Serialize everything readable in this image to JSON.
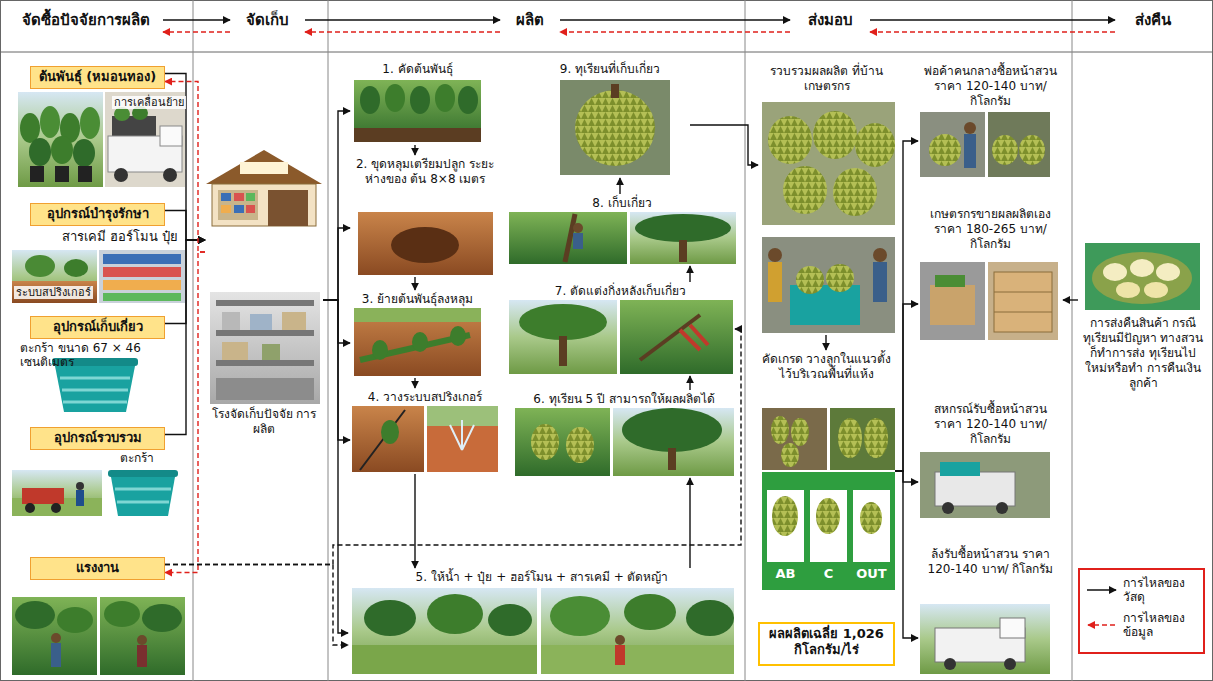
{
  "diagram": {
    "nodes": [
      {
        "text": [
          "จัดซื้อปัจจัยการผลิต"
        ]
      },
      {
        "text": [
          "จัดเก็บ"
        ]
      },
      {
        "text": [
          "ผลิต"
        ]
      },
      {
        "text": [
          "ส่งมอบ"
        ]
      },
      {
        "text": [
          "ส่งคืน"
        ]
      },
      {
        "text": [
          "ต้นพันธุ์ (หมอนทอง)"
        ]
      },
      {
        "text": [
          "อุปกรณ์บำรุงรักษา"
        ]
      },
      {
        "text": [
          "อุปกรณ์เก็บเกี่ยว"
        ]
      },
      {
        "text": [
          "อุปกรณ์รวบรวม"
        ]
      },
      {
        "text": [
          "แรงงาน"
        ]
      },
      {
        "text": [
          "โรงจัดเก็บปัจจัย การผลิต"
        ]
      },
      {
        "text": [
          "1. คัดต้นพันธุ์"
        ]
      },
      {
        "text": [
          "2. ขุดหลุมเตรียมปลูก ระยะห่างของ ต้น 8×8 เมตร"
        ]
      },
      {
        "text": [
          "3. ย้ายต้นพันธุ์ลงหลุม"
        ]
      },
      {
        "text": [
          "4. วางระบบสปริงเกอร์"
        ]
      },
      {
        "text": [
          "5. ให้น้ำ + ปุ๋ย + ฮอร์โมน + สารเคมี + ตัดหญ้า"
        ]
      },
      {
        "text": [
          "6. ทุเรียน 5 ปี สามารถให้ผลผลิตได้"
        ]
      },
      {
        "text": [
          "7. ตัดแต่งกิ่งหลังเก็บเกี่ยว"
        ]
      },
      {
        "text": [
          "8. เก็บเกี่ยว"
        ]
      },
      {
        "text": [
          "9. ทุเรียนที่เก็บเกี่ยว"
        ]
      },
      {
        "text": [
          "รวบรวมผลผลิต ที่บ้านเกษตรกร"
        ]
      },
      {
        "text": [
          "คัดเกรด วางลูกในแนวตั้ง ไว้บริเวณพื้นที่แห้ง"
        ]
      },
      {
        "text": [
          "ผลผลิตเฉลี่ย 1,026 กิโลกรัม/ไร่"
        ]
      },
      {
        "text": [
          "พ่อค้าคนกลางซื้อหน้าสวน ราคา 120-140 บาท/ กิโลกรัม"
        ]
      },
      {
        "text": [
          "เกษตรกรขายผลผลิตเอง ราคา 180-265 บาท/ กิโลกรัม"
        ]
      },
      {
        "text": [
          "สหกรณ์รับซื้อหน้าสวน ราคา 120-140 บาท/ กิโลกรัม"
        ]
      },
      {
        "text": [
          "ล้งรับซื้อหน้าสวน ราคา 120-140 บาท/ กิโลกรัม"
        ]
      },
      {
        "text": [
          "การส่งคืนสินค้า กรณีทุเรียนมีปัญหา ทางสวนก็ทำการส่ง ทุเรียนไปใหม่หรือทำ การคืนเงินลูกค้า"
        ]
      }
    ],
    "edges": [
      {
        "from": 0,
        "to": 1,
        "arrow": "to"
      },
      {
        "from": 1,
        "to": 0,
        "arrow": "to"
      },
      {
        "from": 1,
        "to": 2,
        "arrow": "to"
      },
      {
        "from": 2,
        "to": 1,
        "arrow": "to"
      },
      {
        "from": 2,
        "to": 3,
        "arrow": "to"
      },
      {
        "from": 3,
        "to": 2,
        "arrow": "to"
      },
      {
        "from": 3,
        "to": 4,
        "arrow": "to"
      },
      {
        "from": 4,
        "to": 3,
        "arrow": "to"
      },
      {
        "from": 5,
        "to": 10,
        "arrow": "to"
      },
      {
        "from": 6,
        "to": 10,
        "arrow": "to"
      },
      {
        "from": 7,
        "to": 10,
        "arrow": "to"
      },
      {
        "from": 8,
        "to": 10,
        "arrow": "to"
      },
      {
        "from": 10,
        "to": 5,
        "arrow": "to"
      },
      {
        "from": 10,
        "to": 9,
        "arrow": "to"
      },
      {
        "from": 9,
        "to": 15,
        "arrow": "to"
      },
      {
        "from": 9,
        "to": 17,
        "arrow": "to"
      },
      {
        "from": 10,
        "to": 11,
        "arrow": "to"
      },
      {
        "from": 10,
        "to": 12,
        "arrow": "to"
      },
      {
        "from": 10,
        "to": 13,
        "arrow": "to"
      },
      {
        "from": 10,
        "to": 14,
        "arrow": "to"
      },
      {
        "from": 10,
        "to": 15,
        "arrow": "to"
      },
      {
        "from": 11,
        "to": 12,
        "arrow": "to"
      },
      {
        "from": 12,
        "to": 13,
        "arrow": "to"
      },
      {
        "from": 13,
        "to": 14,
        "arrow": "to"
      },
      {
        "from": 14,
        "to": 15,
        "arrow": "to"
      },
      {
        "from": 15,
        "to": 16,
        "arrow": "to"
      },
      {
        "from": 16,
        "to": 17,
        "arrow": "to"
      },
      {
        "from": 17,
        "to": 18,
        "arrow": "to"
      },
      {
        "from": 18,
        "to": 19,
        "arrow": "to"
      },
      {
        "from": 19,
        "to": 20,
        "arrow": "to"
      },
      {
        "from": 20,
        "to": 21,
        "arrow": "to"
      },
      {
        "from": 21,
        "to": 23,
        "arrow": "to"
      },
      {
        "from": 21,
        "to": 24,
        "arrow": "to"
      },
      {
        "from": 21,
        "to": 25,
        "arrow": "to"
      },
      {
        "from": 21,
        "to": 26,
        "arrow": "to"
      },
      {
        "from": 27,
        "to": 24,
        "arrow": "to"
      }
    ],
    "labels": [
      "การเคลื่อนย้าย",
      "สารเคมี ฮอร์โมน ปุ๋ย",
      "ระบบสปริงเกอร์",
      "ตะกร้า ขนาด 67 × 46 เซนติเมตร",
      "ตะกร้า",
      "AB",
      "C",
      "OUT"
    ],
    "legend": [
      {
        "text": "การไหลของ วัสดุ"
      },
      {
        "text": "การไหลของ ข้อมูล"
      }
    ]
  }
}
